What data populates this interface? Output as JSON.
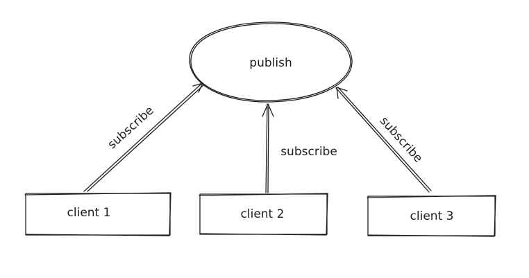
{
  "diagram": {
    "center_node": {
      "label": "publish"
    },
    "clients": [
      {
        "label": "client 1"
      },
      {
        "label": "client 2"
      },
      {
        "label": "client 3"
      }
    ],
    "edges": [
      {
        "from": "client 1",
        "to": "publish",
        "label": "subscribe"
      },
      {
        "from": "client 2",
        "to": "publish",
        "label": "subscribe"
      },
      {
        "from": "client 3",
        "to": "publish",
        "label": "subscribe"
      }
    ]
  }
}
